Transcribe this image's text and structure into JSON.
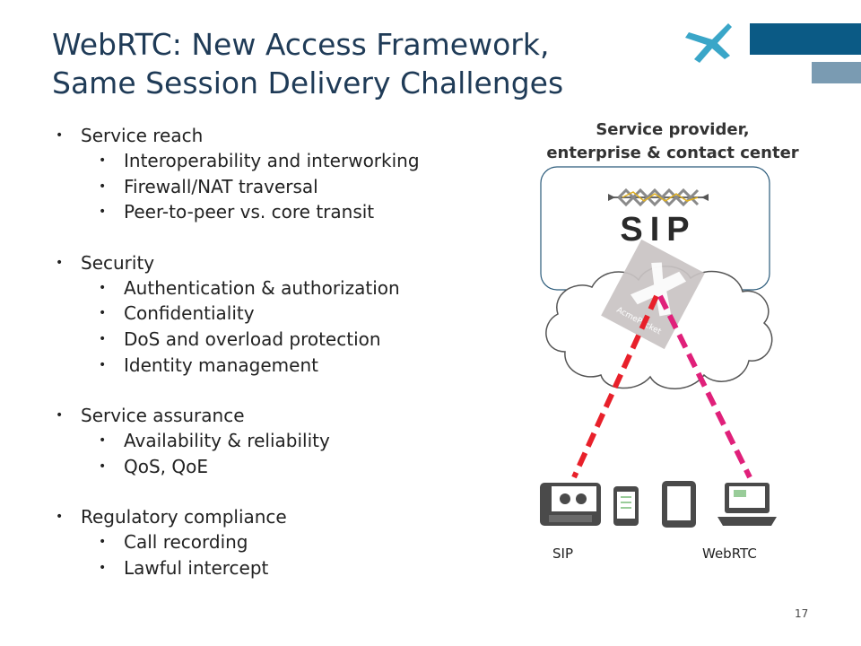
{
  "title": {
    "line1": "WebRTC: New Access Framework,",
    "line2": "Same Session Delivery Challenges"
  },
  "sections": [
    {
      "heading": "Service reach",
      "items": [
        "Interoperability and interworking",
        "Firewall/NAT traversal",
        "Peer-to-peer vs. core transit"
      ]
    },
    {
      "heading": "Security",
      "items": [
        "Authentication & authorization",
        "Confidentiality",
        "DoS and overload protection",
        "Identity management"
      ]
    },
    {
      "heading": "Service assurance",
      "items": [
        "Availability & reliability",
        "QoS, QoE"
      ]
    },
    {
      "heading": "Regulatory compliance",
      "items": [
        "Call recording",
        "Lawful intercept"
      ]
    }
  ],
  "diagram": {
    "provider_label_line1": "Service provider,",
    "provider_label_line2": "enterprise & contact center",
    "sip_logo_text": "SIP",
    "badge_text": "AcmePacket",
    "endpoint_left_label": "SIP",
    "endpoint_right_label": "WebRTC",
    "colors": {
      "red_line": "#e8202a",
      "pink_line": "#e0207a",
      "badge": "#c9c3c3",
      "icons": "#4a4a4a"
    }
  },
  "page_number": "17",
  "colors": {
    "title": "#1f3b57",
    "bar_dark": "#0b5a85",
    "bar_light": "#7a9bb2",
    "logo_star": "#3aa6c8"
  }
}
